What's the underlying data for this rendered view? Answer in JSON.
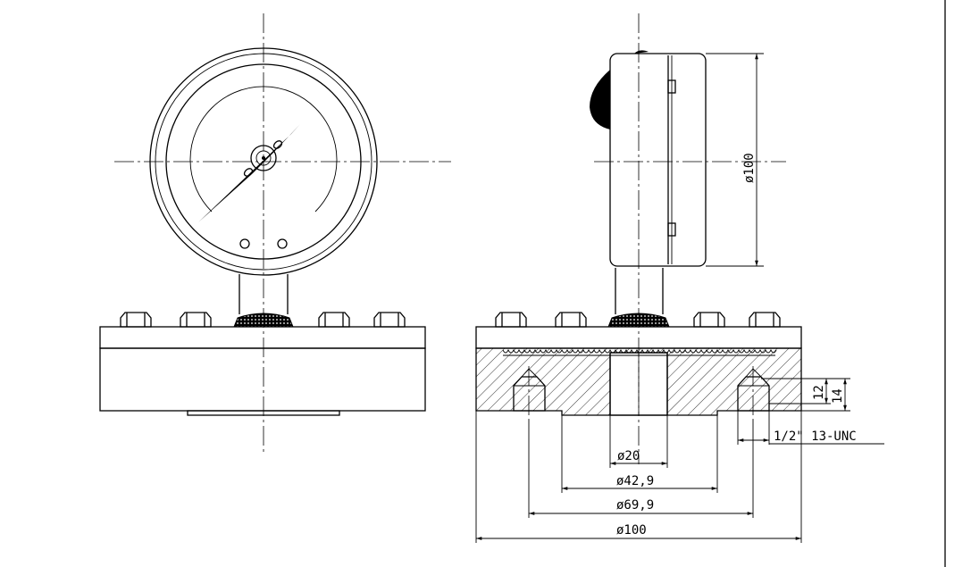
{
  "dimensions": {
    "d100_vertical": "ø100",
    "d20": "ø20",
    "d42_9": "ø42,9",
    "d69_9": "ø69,9",
    "d100_bottom": "ø100",
    "depth_12": "12",
    "depth_14": "14",
    "thread": "1/2\" 13-UNC"
  },
  "colors": {
    "line": "#000000",
    "background": "#ffffff"
  }
}
